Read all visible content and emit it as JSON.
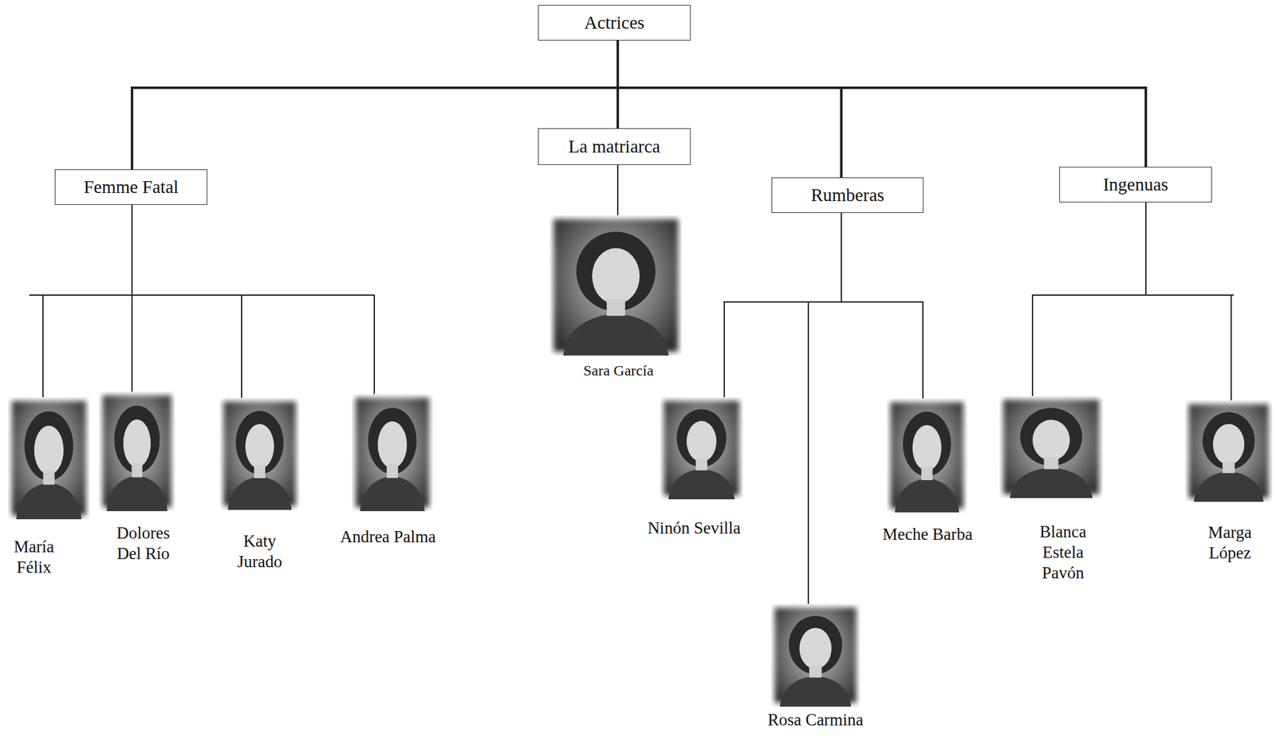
{
  "diagram": {
    "nodes": [
      {
        "text": [
          "Actrices"
        ]
      },
      {
        "text": [
          "Femme Fatal"
        ]
      },
      {
        "text": [
          "La matriarca"
        ]
      },
      {
        "text": [
          "Rumberas"
        ]
      },
      {
        "text": [
          "Ingenuas"
        ]
      },
      {
        "text": [
          "María Félix"
        ]
      },
      {
        "text": [
          "Dolores Del Río"
        ]
      },
      {
        "text": [
          "Katy Jurado"
        ]
      },
      {
        "text": [
          "Andrea Palma"
        ]
      },
      {
        "text": [
          "Sara García"
        ]
      },
      {
        "text": [
          "Ninón Sevilla"
        ]
      },
      {
        "text": [
          "Rosa Carmina"
        ]
      },
      {
        "text": [
          "Meche Barba"
        ]
      },
      {
        "text": [
          "Blanca Estela Pavón"
        ]
      },
      {
        "text": [
          "Marga López"
        ]
      }
    ],
    "edges": [
      {
        "from": 0,
        "to": 1,
        "arrow": "none"
      },
      {
        "from": 0,
        "to": 2,
        "arrow": "none"
      },
      {
        "from": 0,
        "to": 3,
        "arrow": "none"
      },
      {
        "from": 0,
        "to": 4,
        "arrow": "none"
      },
      {
        "from": 1,
        "to": 5,
        "arrow": "none"
      },
      {
        "from": 1,
        "to": 6,
        "arrow": "none"
      },
      {
        "from": 1,
        "to": 7,
        "arrow": "none"
      },
      {
        "from": 1,
        "to": 8,
        "arrow": "none"
      },
      {
        "from": 2,
        "to": 9,
        "arrow": "none"
      },
      {
        "from": 3,
        "to": 10,
        "arrow": "none"
      },
      {
        "from": 3,
        "to": 11,
        "arrow": "none"
      },
      {
        "from": 3,
        "to": 12,
        "arrow": "none"
      },
      {
        "from": 4,
        "to": 13,
        "arrow": "none"
      },
      {
        "from": 4,
        "to": 14,
        "arrow": "none"
      }
    ]
  }
}
